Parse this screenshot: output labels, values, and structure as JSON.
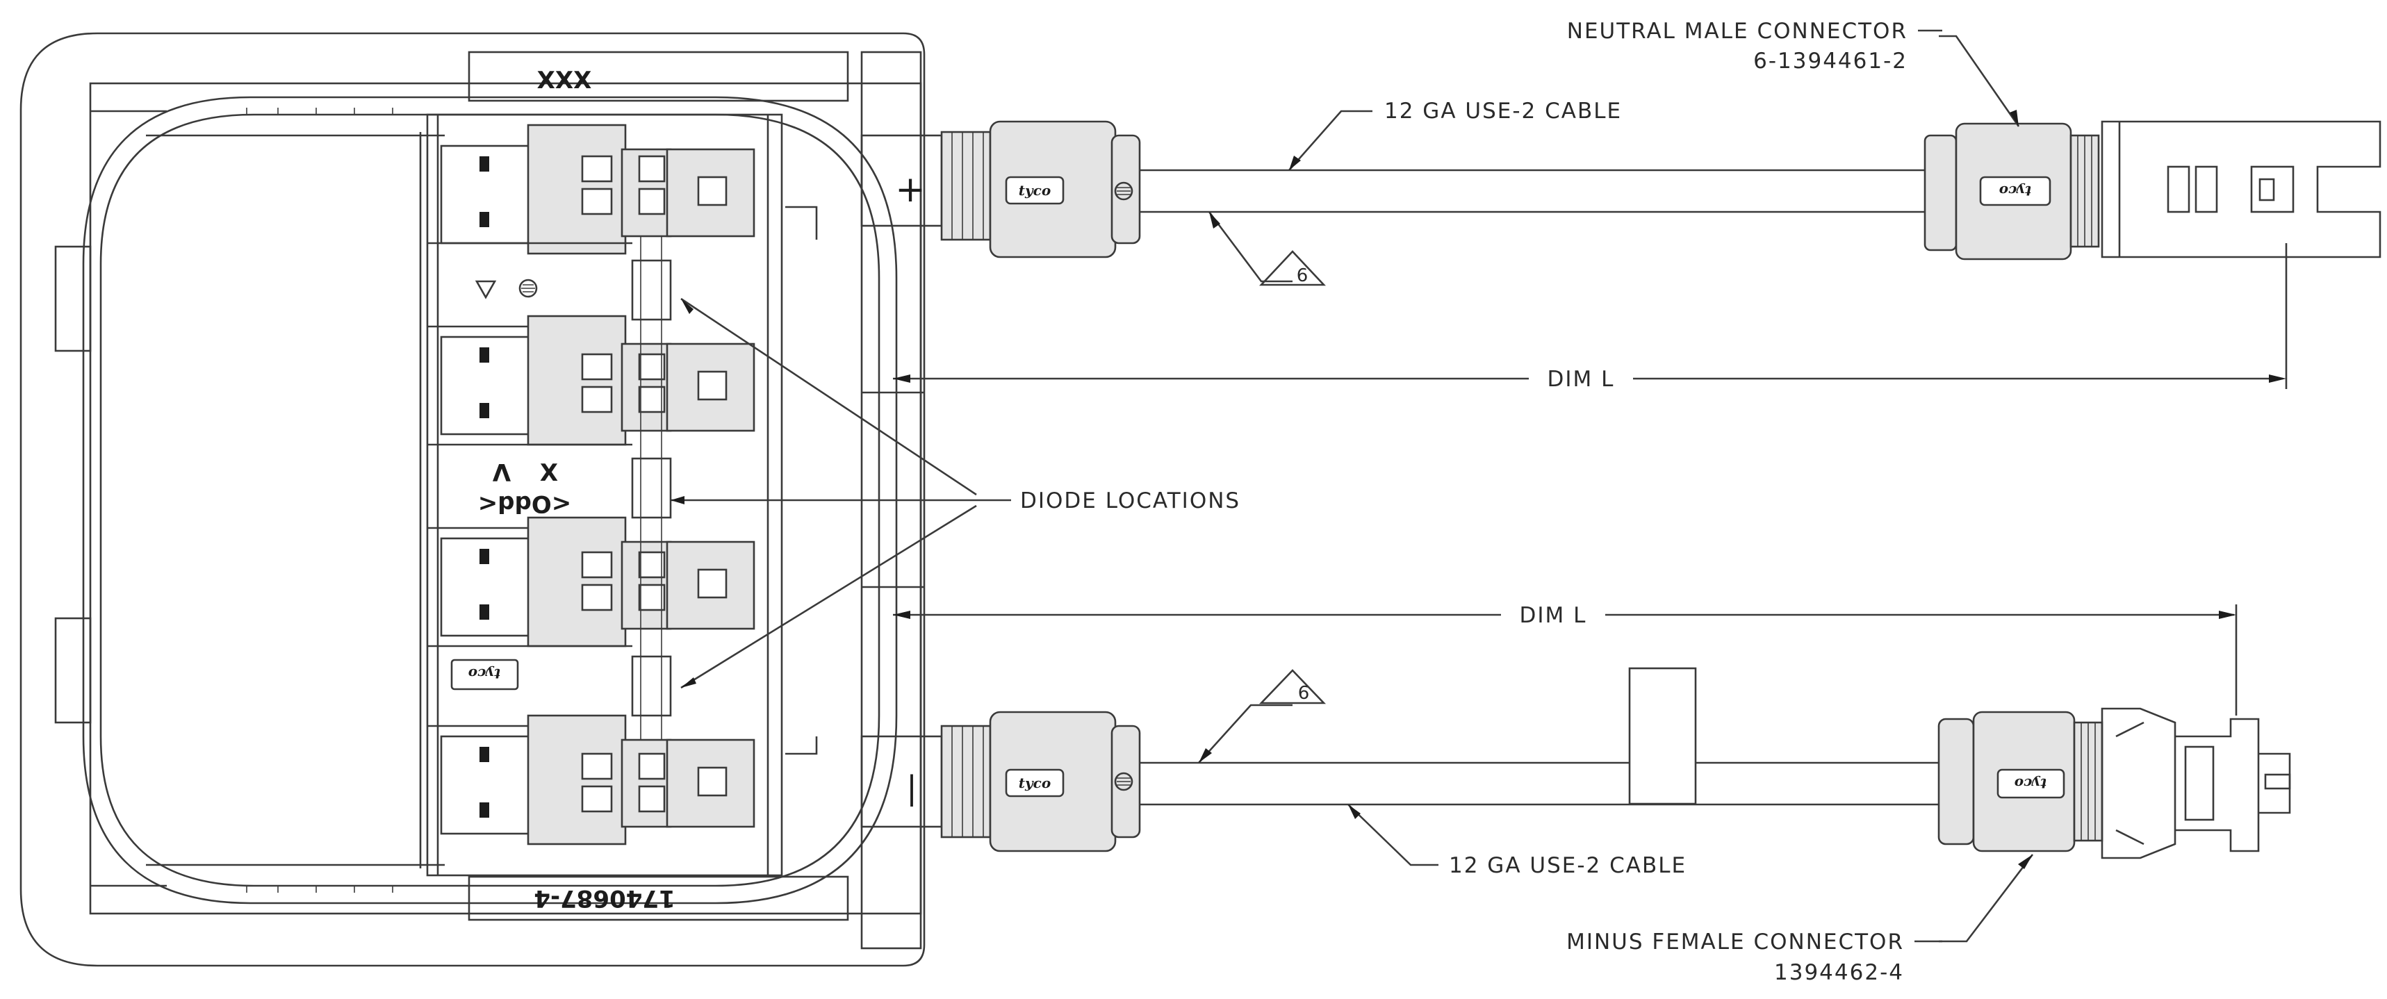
{
  "labels": {
    "neutral_connector_title": "NEUTRAL MALE CONNECTOR",
    "neutral_connector_part": "6-1394461-2",
    "cable_top": "12 GA USE-2 CABLE",
    "cable_bottom": "12 GA USE-2 CABLE",
    "dim_top": "DIM L",
    "dim_bottom": "DIM L",
    "diode_locations": "DIODE LOCATIONS",
    "minus_connector_title": "MINUS FEMALE CONNECTOR",
    "minus_connector_part": "1394462-4",
    "note_flag": "6"
  },
  "box_markings": {
    "top_label": "XXX",
    "bottom_label": "1740687-4",
    "plus_sign": "+",
    "minus_sign": "|",
    "rating_x": "X",
    "rating_v": "V",
    "rating_vdc": "<Odd<",
    "brand": "tyco"
  },
  "colors": {
    "line": "#3a3a3a",
    "fill": "#e4e4e4"
  },
  "icons": [
    "plus-icon",
    "minus-icon",
    "triangle-note-icon",
    "ground-symbol-icon",
    "tyco-logo-icon"
  ]
}
